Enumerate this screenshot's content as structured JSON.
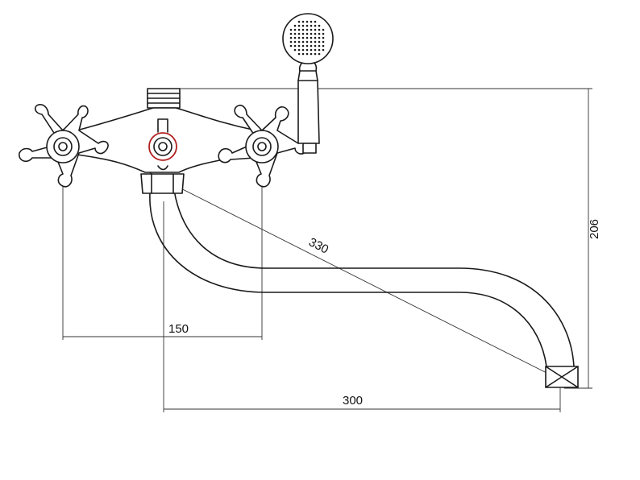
{
  "dimensions": {
    "diagonal": "330",
    "handle_spacing": "150",
    "spout_reach": "300",
    "height": "206"
  },
  "colors": {
    "line": "#1a1a1a",
    "diverter_accent": "#b02020",
    "background": "#ffffff"
  }
}
